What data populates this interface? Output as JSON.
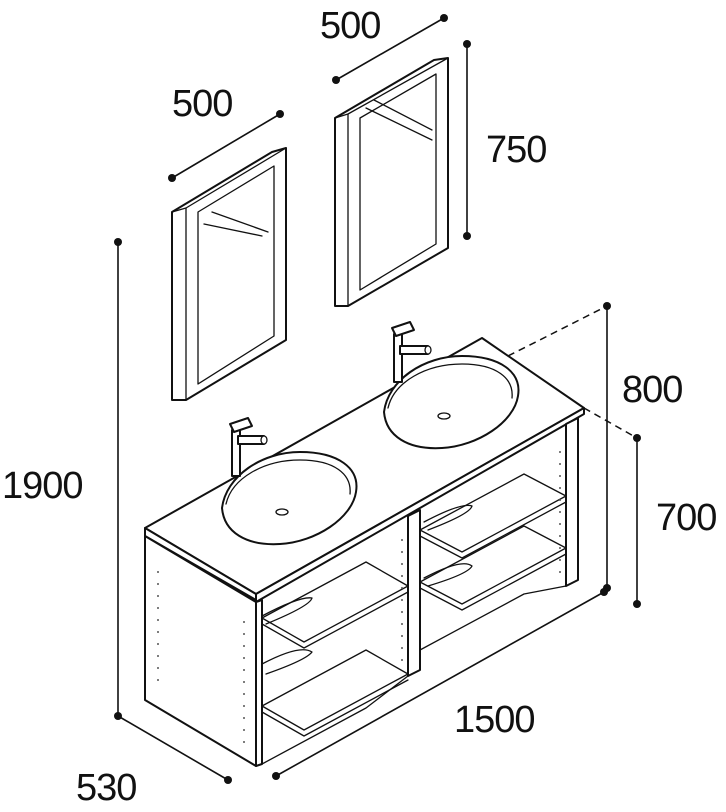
{
  "dimensions": {
    "mirror_left_width": "500",
    "mirror_right_width": "500",
    "mirror_height": "750",
    "total_height": "1900",
    "counter_height": "800",
    "cabinet_height": "700",
    "total_width": "1500",
    "depth": "530"
  }
}
